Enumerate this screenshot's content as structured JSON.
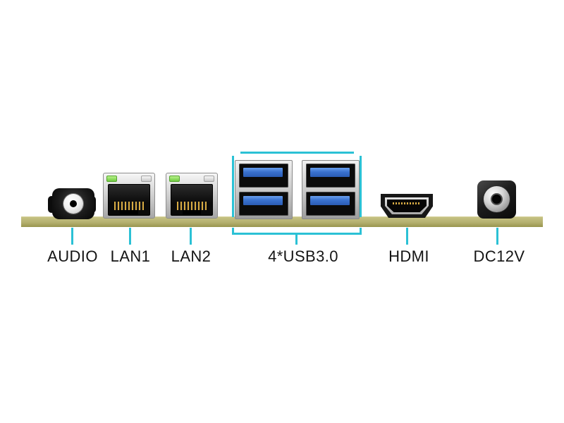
{
  "diagram": {
    "background": "#ffffff",
    "accent_color": "#2bc1d5",
    "board_color": "#b3af6e",
    "ports": [
      {
        "id": "audio",
        "label": "AUDIO"
      },
      {
        "id": "lan1",
        "label": "LAN1"
      },
      {
        "id": "lan2",
        "label": "LAN2"
      },
      {
        "id": "usb3",
        "label": "4*USB3.0"
      },
      {
        "id": "hdmi",
        "label": "HDMI"
      },
      {
        "id": "dc12v",
        "label": "DC12V"
      }
    ],
    "colors": {
      "usb_tongue": "#3a72cf",
      "led_green": "#6fcb40",
      "metal_silver": "#cbcbcb",
      "gold_pins": "#d8ab43",
      "connector_body": "#111111"
    }
  }
}
